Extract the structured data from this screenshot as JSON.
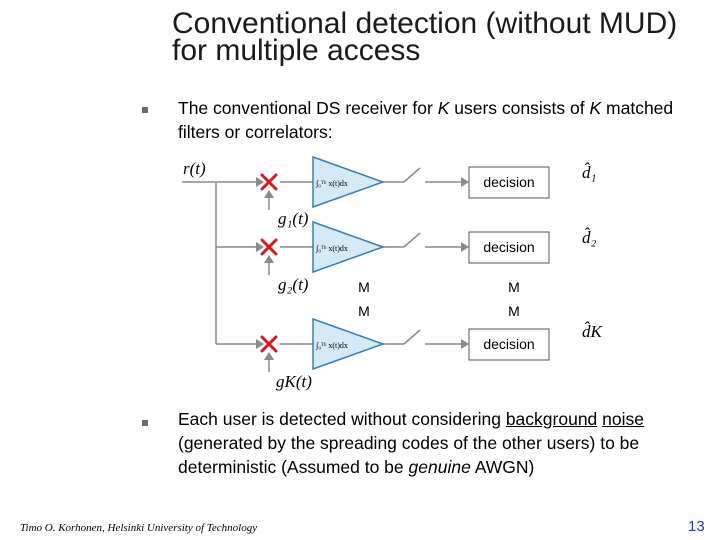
{
  "slide": {
    "title": "Conventional detection (without MUD) for multiple access",
    "bullet1": {
      "text_a": "The conventional DS receiver for ",
      "K1": "K",
      "text_b": " users consists of ",
      "K2": "K",
      "text_c": " matched filters or correlators:"
    },
    "bullet2": {
      "text_a": "Each user is detected without considering ",
      "background": "background",
      "space": " ",
      "noise": "noise",
      "text_b": " (generated by the spreading codes of the other users) to be deterministic (Assumed to be ",
      "genuine": "genuine",
      "text_c": " AWGN)"
    },
    "footer": "Timo O. Korhonen, Helsinki University of Technology",
    "page_number": "13"
  },
  "diagram": {
    "input_label": "r(t)",
    "integrator_label": "∫₀ᵀᵇ x(t)dx",
    "decision_label": "decision",
    "ellipsis": "M",
    "branches": [
      {
        "spreading_code": "g₁(t)",
        "output": "d̂₁"
      },
      {
        "spreading_code": "g₂(t)",
        "output": "d̂₂"
      },
      {
        "spreading_code": "gK(t)",
        "output": "d̂K"
      }
    ],
    "colors": {
      "integrator_fill": "#d4eaf6",
      "integrator_stroke": "#3a7fb5",
      "multiplier": "#d7191c",
      "lines": "#8a8a8a",
      "decision_stroke": "#555555"
    }
  }
}
